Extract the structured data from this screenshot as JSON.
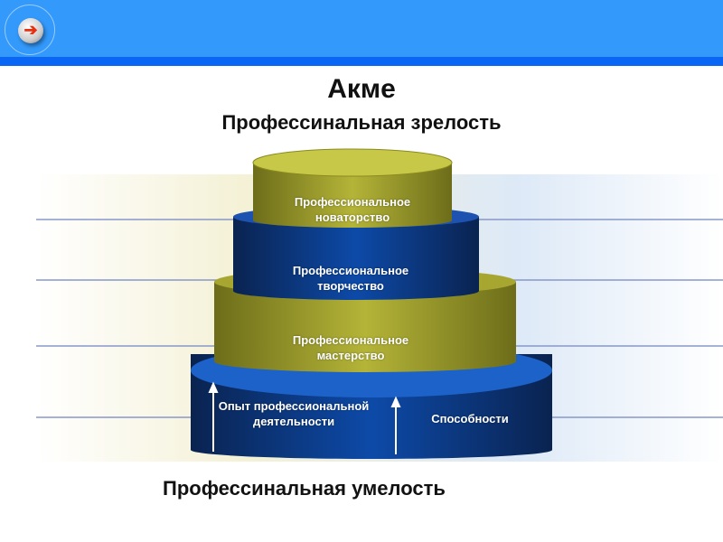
{
  "header": {
    "nav_icon": "arrow-right-icon"
  },
  "title": "Акме",
  "subtitle": "Профессинальная зрелость",
  "footer_title": "Профессинальная умелость",
  "levels": [
    {
      "label": "Профессиональное новаторство",
      "color": "#9c9c2a"
    },
    {
      "label": "Профессиональное творчество",
      "color": "#0b3f8f"
    },
    {
      "label": "Профессиональное мастерство",
      "color": "#9c9c2a"
    },
    {
      "left_label": "Опыт профессиональной деятельности",
      "right_label": "Способности",
      "color": "#0b3f8f"
    }
  ]
}
